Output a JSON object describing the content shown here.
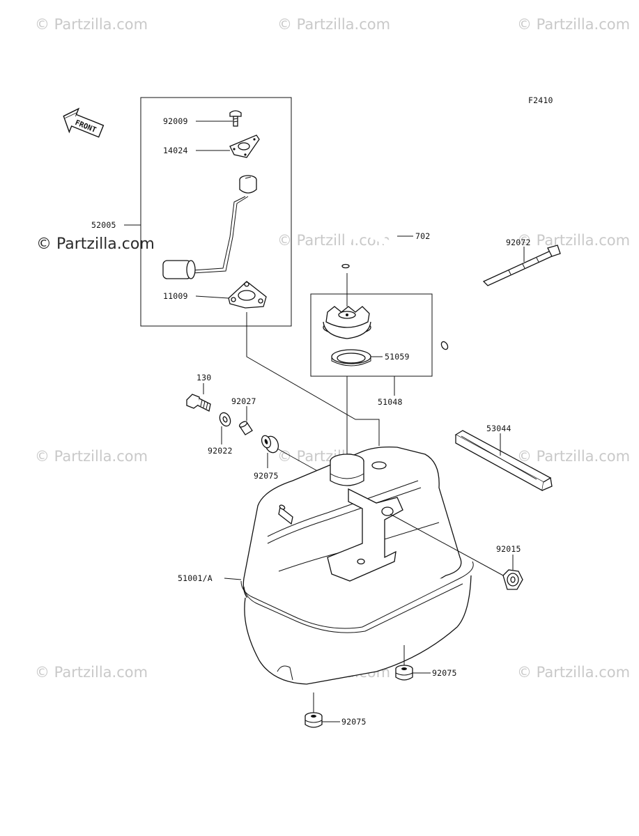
{
  "figure_code": "F2410",
  "front_label": "FRONT",
  "watermarks": {
    "faint": "© Partzilla.com",
    "dark": "© Partzilla.com"
  },
  "parts": {
    "p92009": "92009",
    "p14024": "14024",
    "p52005": "52005",
    "p11009": "11009",
    "p702": "702",
    "p92072": "92072",
    "p51059": "51059",
    "p51048": "51048",
    "p130": "130",
    "p92027": "92027",
    "p92022": "92022",
    "p92075_a": "92075",
    "p53044": "53044",
    "p92015": "92015",
    "p51001A": "51001/A",
    "p92075_b": "92075",
    "p92075_c": "92075"
  },
  "icons": [
    "front-arrow-icon",
    "copyright-icon"
  ]
}
